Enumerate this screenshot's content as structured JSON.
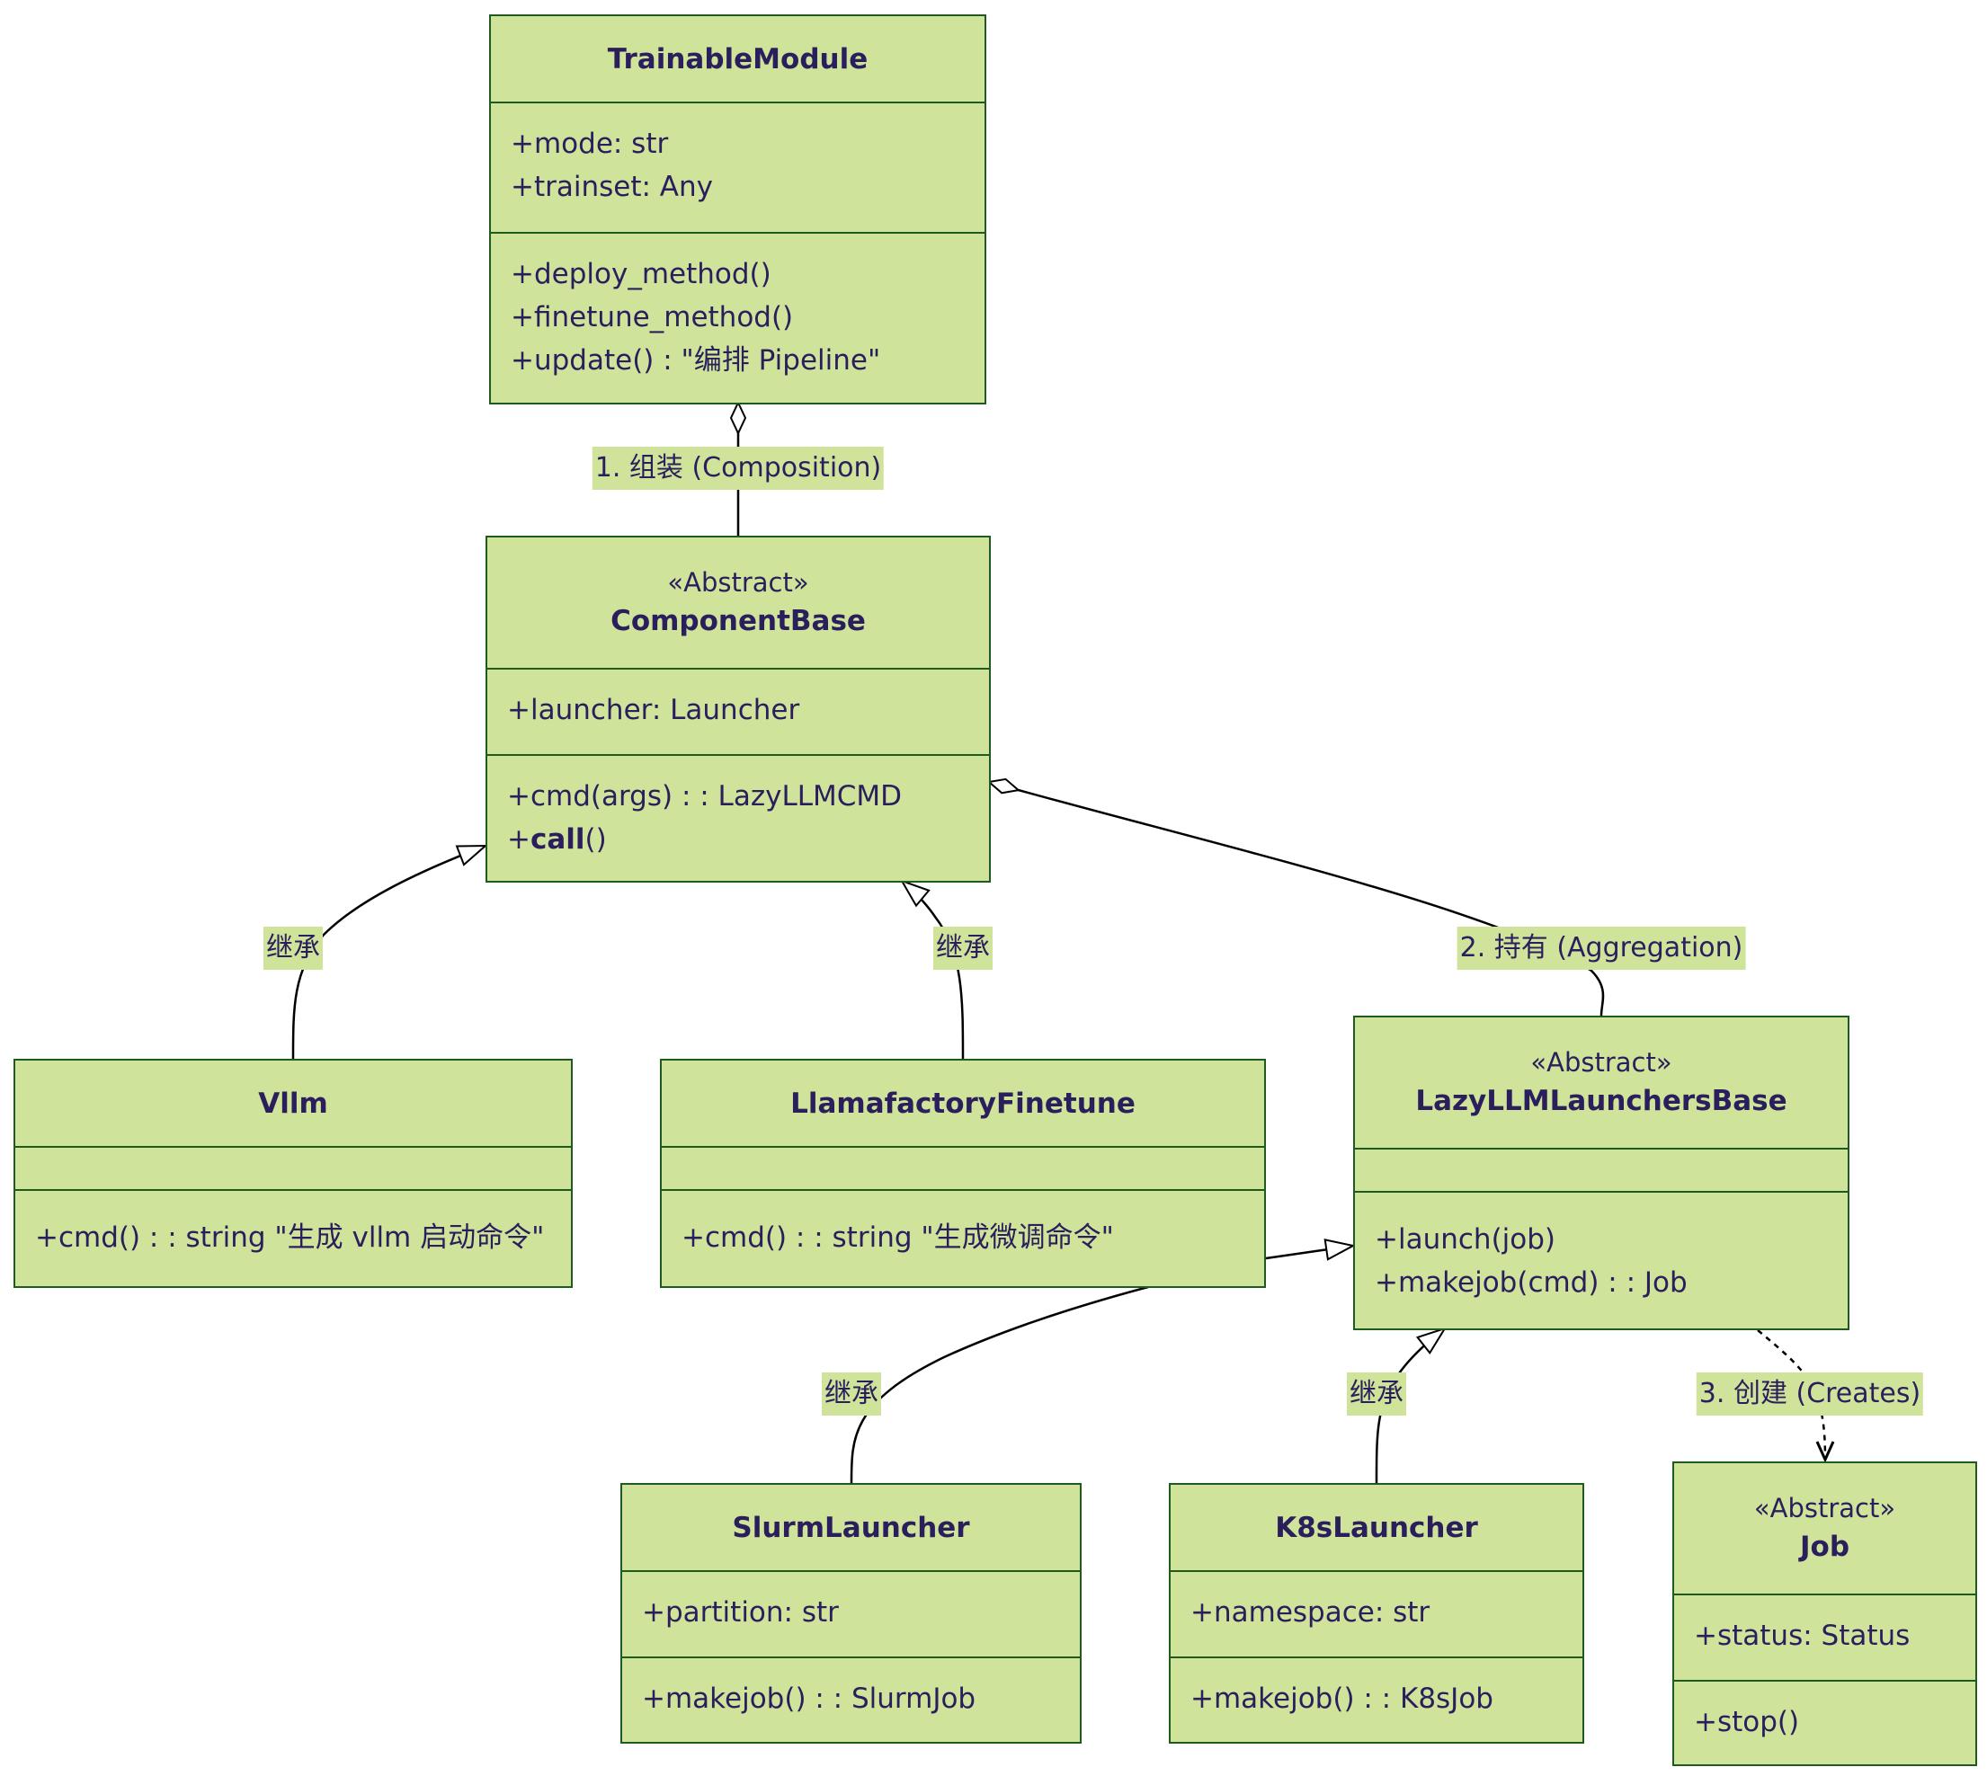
{
  "classes": {
    "trainable": {
      "name": "TrainableModule",
      "attributes": [
        "+mode: str",
        "+trainset: Any"
      ],
      "methods": [
        "+deploy_method()",
        "+finetune_method()",
        "+update() : \"编排 Pipeline\""
      ]
    },
    "componentbase": {
      "stereotype": "«Abstract»",
      "name": "ComponentBase",
      "attributes": [
        "+launcher: Launcher"
      ],
      "methods": [
        "+cmd(args) : : LazyLLMCMD"
      ],
      "call_prefix": "+",
      "call_name": "call",
      "call_suffix": "()"
    },
    "vllm": {
      "name": "Vllm",
      "methods": [
        "+cmd() : : string \"生成 vllm 启动命令\""
      ]
    },
    "llamafactory": {
      "name": "LlamafactoryFinetune",
      "methods": [
        "+cmd() : : string \"生成微调命令\""
      ]
    },
    "launchersbase": {
      "stereotype": "«Abstract»",
      "name": "LazyLLMLaunchersBase",
      "methods": [
        "+launch(job)",
        "+makejob(cmd) : : Job"
      ]
    },
    "slurm": {
      "name": "SlurmLauncher",
      "attributes": [
        "+partition: str"
      ],
      "methods": [
        "+makejob() : : SlurmJob"
      ]
    },
    "k8s": {
      "name": "K8sLauncher",
      "attributes": [
        "+namespace: str"
      ],
      "methods": [
        "+makejob() : : K8sJob"
      ]
    },
    "job": {
      "stereotype": "«Abstract»",
      "name": "Job",
      "attributes": [
        "+status: Status"
      ],
      "methods": [
        "+stop()"
      ]
    }
  },
  "edge_labels": {
    "composition": "1. 组装 (Composition)",
    "aggregation": "2. 持有 (Aggregation)",
    "creates": "3. 创建 (Creates)",
    "inherit_vllm": "继承",
    "inherit_llama": "继承",
    "inherit_slurm": "继承",
    "inherit_k8s": "继承"
  },
  "colors": {
    "class_fill": "#cfe39a",
    "class_border": "#1f5a1f",
    "text": "#2a1f5c",
    "edge": "#000000"
  }
}
